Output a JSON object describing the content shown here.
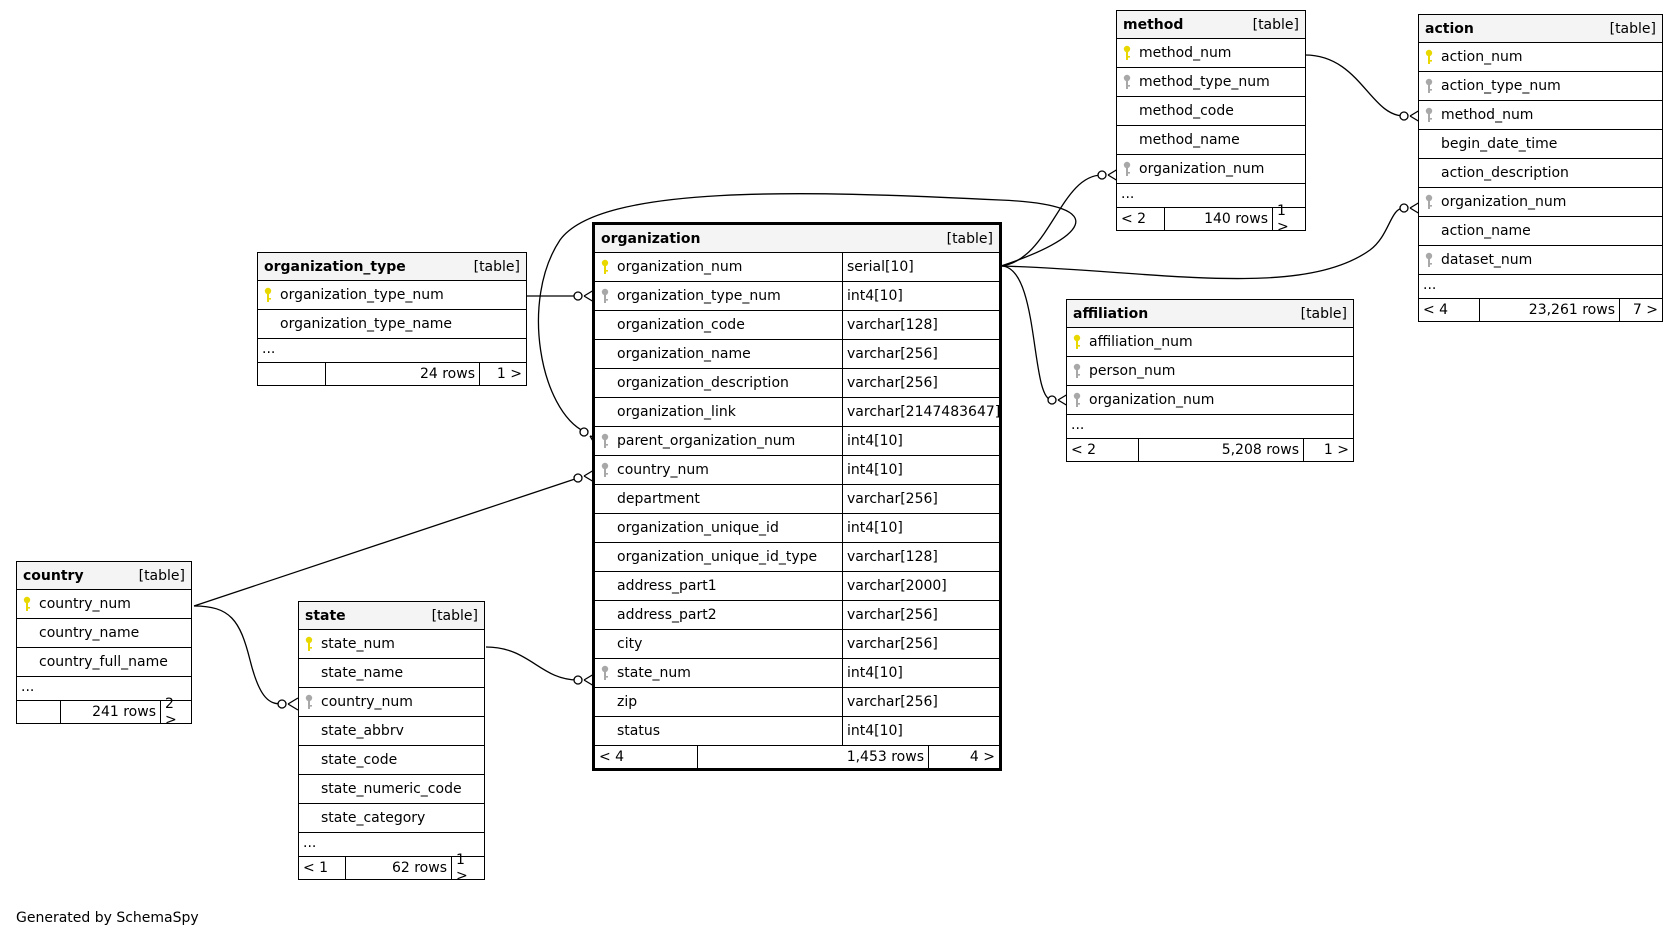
{
  "footer_text": "Generated by SchemaSpy",
  "table_tag": "[table]",
  "tables": {
    "organization_type": {
      "name": "organization_type",
      "columns": [
        {
          "name": "organization_type_num",
          "key": "primary"
        },
        {
          "name": "organization_type_name",
          "key": "none"
        }
      ],
      "more": "...",
      "prev": "",
      "rows": "24 rows",
      "next": "1 >"
    },
    "organization": {
      "name": "organization",
      "columns": [
        {
          "name": "organization_num",
          "type": "serial[10]",
          "key": "primary"
        },
        {
          "name": "organization_type_num",
          "type": "int4[10]",
          "key": "foreign"
        },
        {
          "name": "organization_code",
          "type": "varchar[128]",
          "key": "none"
        },
        {
          "name": "organization_name",
          "type": "varchar[256]",
          "key": "none"
        },
        {
          "name": "organization_description",
          "type": "varchar[256]",
          "key": "none"
        },
        {
          "name": "organization_link",
          "type": "varchar[2147483647]",
          "key": "none"
        },
        {
          "name": "parent_organization_num",
          "type": "int4[10]",
          "key": "foreign"
        },
        {
          "name": "country_num",
          "type": "int4[10]",
          "key": "foreign"
        },
        {
          "name": "department",
          "type": "varchar[256]",
          "key": "none"
        },
        {
          "name": "organization_unique_id",
          "type": "int4[10]",
          "key": "none"
        },
        {
          "name": "organization_unique_id_type",
          "type": "varchar[128]",
          "key": "none"
        },
        {
          "name": "address_part1",
          "type": "varchar[2000]",
          "key": "none"
        },
        {
          "name": "address_part2",
          "type": "varchar[256]",
          "key": "none"
        },
        {
          "name": "city",
          "type": "varchar[256]",
          "key": "none"
        },
        {
          "name": "state_num",
          "type": "int4[10]",
          "key": "foreign"
        },
        {
          "name": "zip",
          "type": "varchar[256]",
          "key": "none"
        },
        {
          "name": "status",
          "type": "int4[10]",
          "key": "none"
        }
      ],
      "prev": "< 4",
      "rows": "1,453 rows",
      "next": "4 >"
    },
    "method": {
      "name": "method",
      "columns": [
        {
          "name": "method_num",
          "key": "primary"
        },
        {
          "name": "method_type_num",
          "key": "foreign"
        },
        {
          "name": "method_code",
          "key": "none"
        },
        {
          "name": "method_name",
          "key": "none"
        },
        {
          "name": "organization_num",
          "key": "foreign"
        }
      ],
      "more": "...",
      "prev": "< 2",
      "rows": "140 rows",
      "next": "1 >"
    },
    "action": {
      "name": "action",
      "columns": [
        {
          "name": "action_num",
          "key": "primary"
        },
        {
          "name": "action_type_num",
          "key": "foreign"
        },
        {
          "name": "method_num",
          "key": "foreign"
        },
        {
          "name": "begin_date_time",
          "key": "none"
        },
        {
          "name": "action_description",
          "key": "none"
        },
        {
          "name": "organization_num",
          "key": "foreign"
        },
        {
          "name": "action_name",
          "key": "none"
        },
        {
          "name": "dataset_num",
          "key": "foreign"
        }
      ],
      "more": "...",
      "prev": "< 4",
      "rows": "23,261 rows",
      "next": "7 >"
    },
    "affiliation": {
      "name": "affiliation",
      "columns": [
        {
          "name": "affiliation_num",
          "key": "primary"
        },
        {
          "name": "person_num",
          "key": "foreign"
        },
        {
          "name": "organization_num",
          "key": "foreign"
        }
      ],
      "more": "...",
      "prev": "< 2",
      "rows": "5,208 rows",
      "next": "1 >"
    },
    "country": {
      "name": "country",
      "columns": [
        {
          "name": "country_num",
          "key": "primary"
        },
        {
          "name": "country_name",
          "key": "none"
        },
        {
          "name": "country_full_name",
          "key": "none"
        }
      ],
      "more": "...",
      "prev": "",
      "rows": "241 rows",
      "next": "2 >"
    },
    "state": {
      "name": "state",
      "columns": [
        {
          "name": "state_num",
          "key": "primary"
        },
        {
          "name": "state_name",
          "key": "none"
        },
        {
          "name": "country_num",
          "key": "foreign"
        },
        {
          "name": "state_abbrv",
          "key": "none"
        },
        {
          "name": "state_code",
          "key": "none"
        },
        {
          "name": "state_numeric_code",
          "key": "none"
        },
        {
          "name": "state_category",
          "key": "none"
        }
      ],
      "more": "...",
      "prev": "< 1",
      "rows": "62 rows",
      "next": "1 >"
    }
  },
  "colors": {
    "primary_key": "#e8d800",
    "foreign_key": "#a8a8a8",
    "header_bg": "#f4f4f4"
  }
}
